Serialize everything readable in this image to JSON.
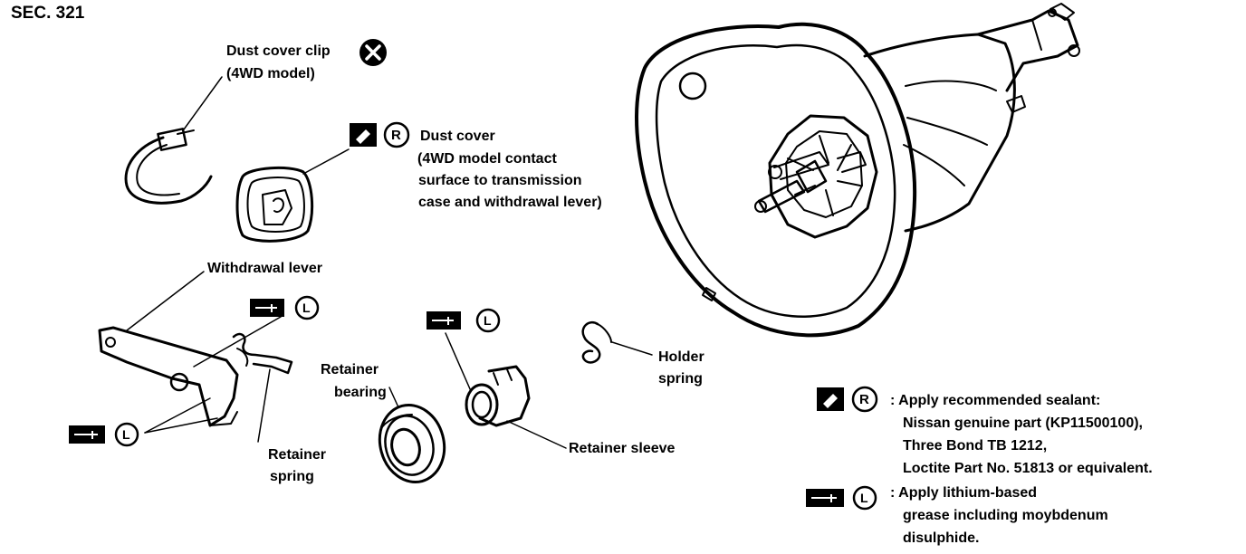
{
  "section": "SEC. 321",
  "symbols": {
    "x_mark": "✕",
    "r_mark": "R",
    "l_mark": "L",
    "sealant_icon": "sealant-tube-icon",
    "grease_icon": "grease-gun-icon"
  },
  "labels": {
    "dust_cover_clip": [
      "Dust cover clip",
      "(4WD model)"
    ],
    "dust_cover": [
      "Dust cover",
      "(4WD model contact",
      "surface to transmission",
      "case and  withdrawal lever)"
    ],
    "withdrawal_lever": "Withdrawal lever",
    "retainer_bearing": [
      "Retainer",
      "bearing"
    ],
    "retainer_spring": [
      "Retainer",
      "spring"
    ],
    "retainer_sleeve": "Retainer sleeve",
    "holder_spring": [
      "Holder",
      "spring"
    ]
  },
  "legend": {
    "sealant": [
      ":  Apply recommended sealant:",
      "Nissan genuine part (KP11500100),",
      "Three Bond TB 1212,",
      "Loctite Part No. 51813 or equivalent."
    ],
    "grease": [
      ":  Apply lithium-based",
      "grease including moybdenum",
      "disulphide."
    ]
  },
  "colors": {
    "ink": "#000000",
    "paper": "#ffffff"
  }
}
